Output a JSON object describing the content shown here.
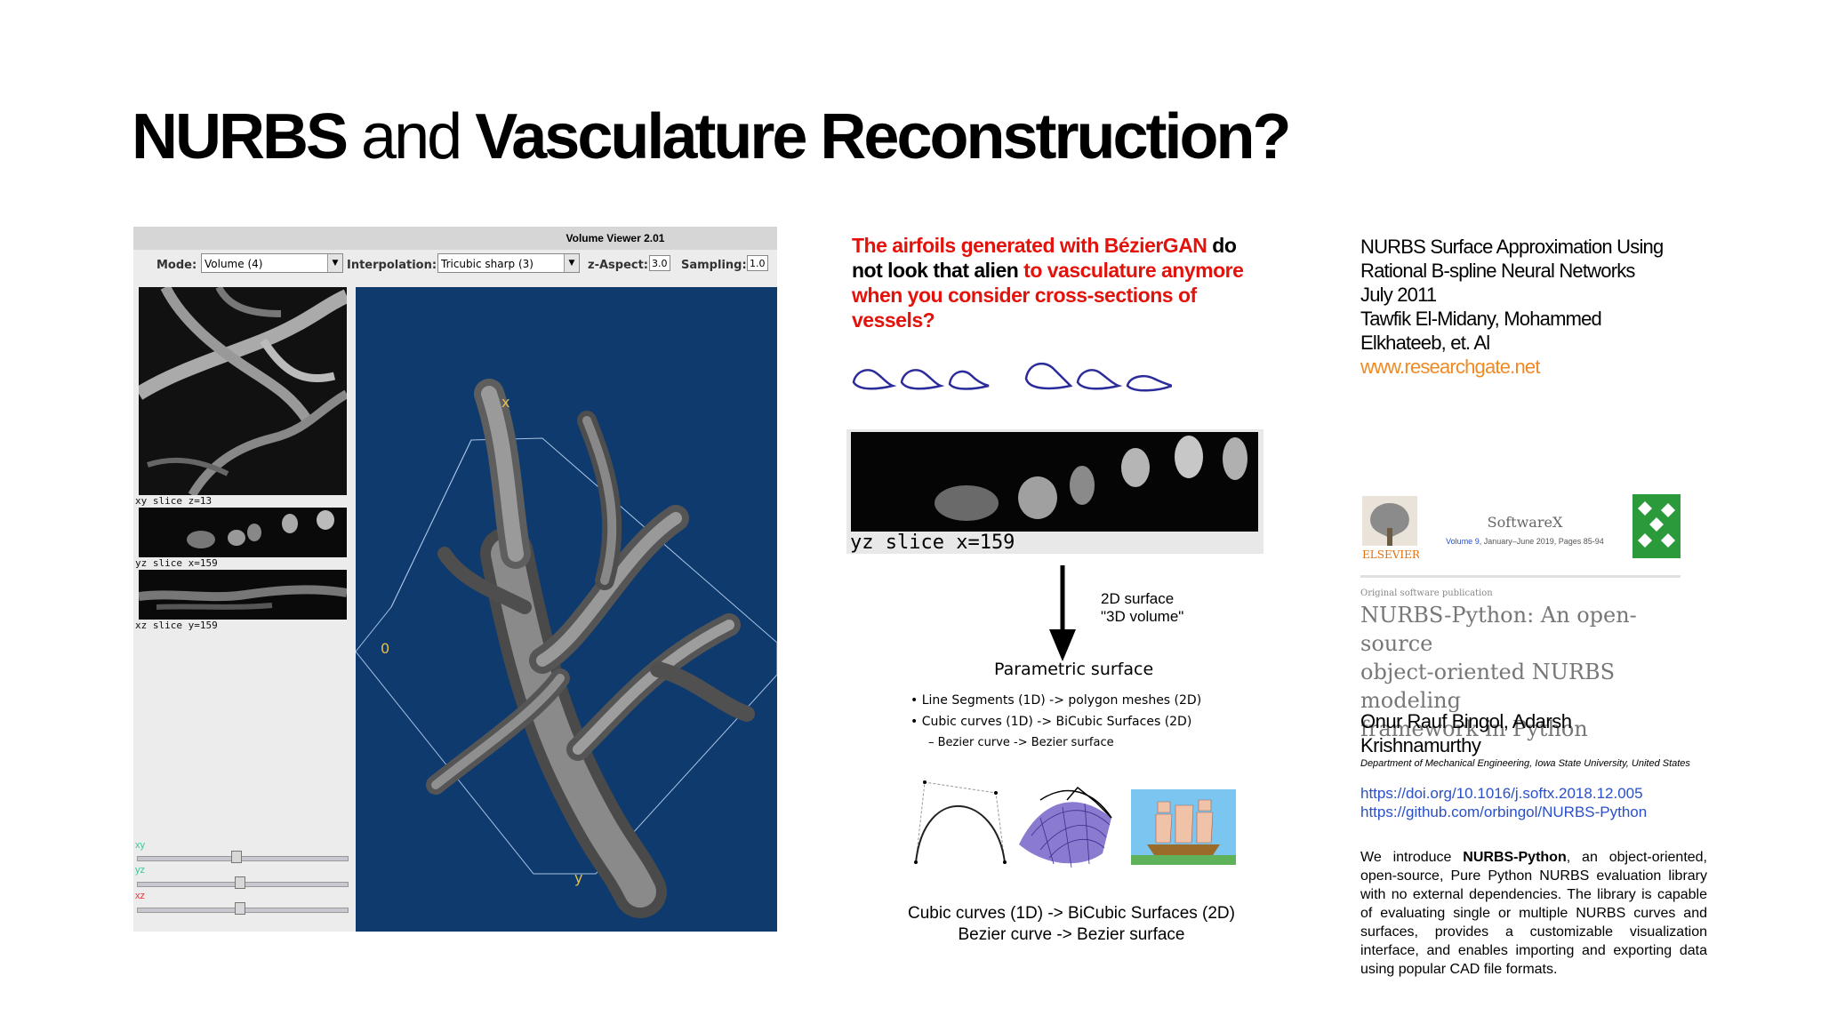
{
  "slide": {
    "title_part1": "NURBS",
    "title_part2": "and",
    "title_part3": "Vasculature Reconstruction?"
  },
  "volume_viewer": {
    "window_title": "Volume Viewer 2.01",
    "mode_label": "Mode:",
    "mode_value": "Volume (4)",
    "interp_label": "Interpolation:",
    "interp_value": "Tricubic sharp (3)",
    "zaspect_label": "z-Aspect:",
    "zaspect_value": "3.0",
    "sampling_label": "Sampling:",
    "sampling_value": "1.0",
    "xy_caption": "xy slice  z=13",
    "yz_caption": "yz slice  x=159",
    "xz_caption": "xz slice  y=159",
    "slider_xy": "xy",
    "slider_yz": "yz",
    "slider_xz": "xz",
    "axis_x": "x",
    "axis_y": "y",
    "axis_origin": "0"
  },
  "middle": {
    "text_red1": "The airfoils generated with BézierGAN",
    "text_black1": " do not look that alien ",
    "text_red2": "to vasculature anymore when you consider cross-sections of vessels?",
    "yz_caption": "yz slice  x=159",
    "arrow_label_1": "2D surface",
    "arrow_label_2": "\"3D volume\"",
    "param_title": "Parametric surface",
    "param_item_1": "•  Line Segments (1D) -> polygon meshes (2D)",
    "param_item_2": "•  Cubic curves (1D) -> BiCubic Surfaces (2D)",
    "param_item_3": "– Bezier curve -> Bezier surface",
    "caption_1": "Cubic curves (1D) -> BiCubic Surfaces (2D)",
    "caption_2": "Bezier curve -> Bezier surface"
  },
  "reference_1": {
    "title_1": "NURBS Surface Approximation Using",
    "title_2": "Rational B-spline Neural Networks",
    "date": "July 2011",
    "authors_1": "Tawfik El-Midany, Mohammed",
    "authors_2": "Elkhateeb, et. Al",
    "link": "www.researchgate.net"
  },
  "reference_2": {
    "publisher": "ELSEVIER",
    "journal": "SoftwareX",
    "volume_prefix": "Volume 9",
    "volume_rest": ", January–June 2019, Pages 85-94",
    "pub_type": "Original software publication",
    "title_1": "NURBS-Python: An open-source",
    "title_2": "object-oriented NURBS modeling",
    "title_3": "framework in Python",
    "authors_1": "Onur Rauf Bingol, Adarsh",
    "authors_2": "Krishnamurthy",
    "dept": "Department of Mechanical Engineering, Iowa State University, United States",
    "doi": "https://doi.org/10.1016/j.softx.2018.12.005",
    "github": "https://github.com/orbingol/NURBS-Python",
    "abstract_pre": "We introduce ",
    "abstract_bold": "NURBS-Python",
    "abstract_post": ", an object-oriented, open-source, Pure Python NURBS evaluation library with no external dependencies. The library is capable of evaluating single or multiple NURBS curves and surfaces, provides a customizable visualization interface, and enables importing and exporting data using popular CAD file formats."
  },
  "colors": {
    "accent_red": "#e3120b",
    "link_orange": "#f08a24",
    "link_blue": "#2a4fc9",
    "render_bg": "#0e3a6e"
  }
}
